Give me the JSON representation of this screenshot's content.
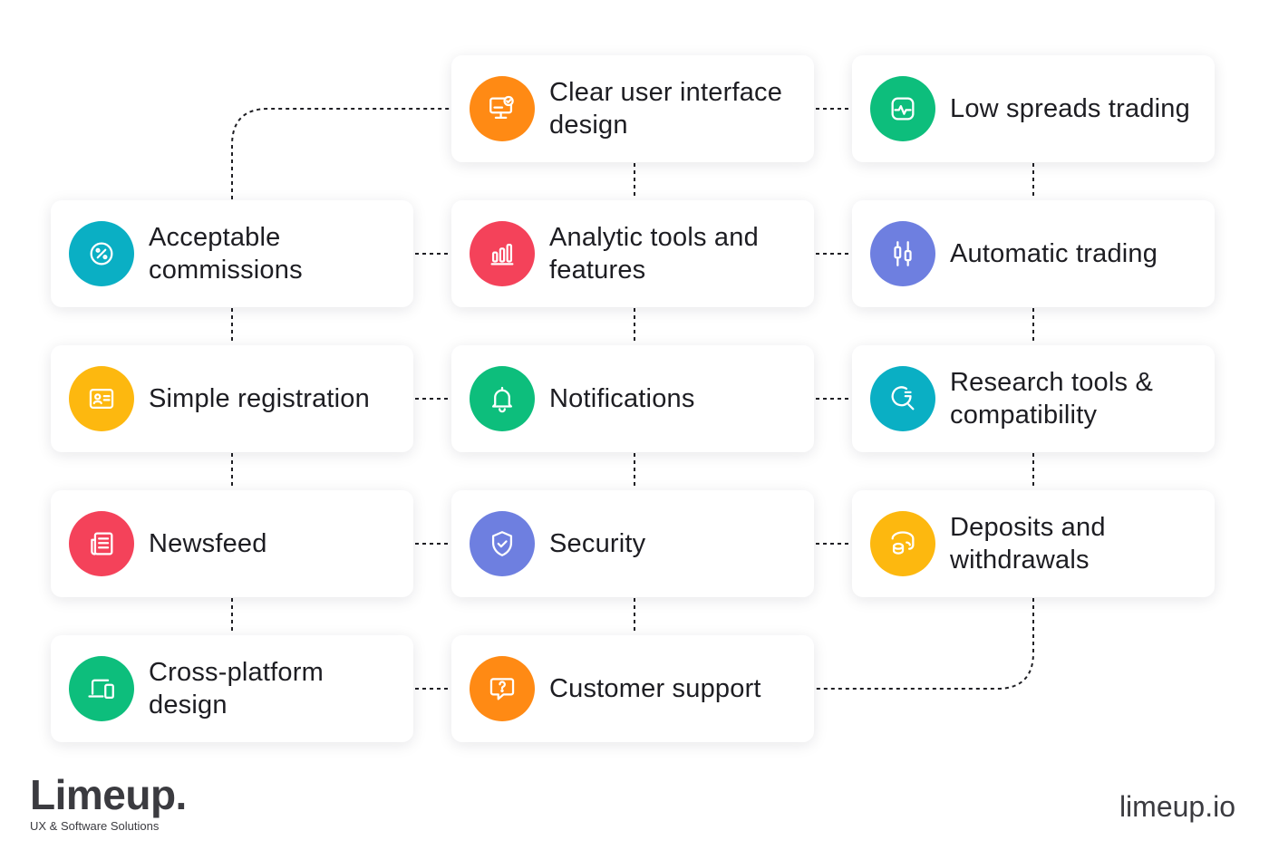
{
  "features": [
    {
      "id": "clear-ui",
      "label": "Clear user interface design",
      "icon": "monitor-check-icon",
      "color": "#FF8A14"
    },
    {
      "id": "low-spreads",
      "label": "Low spreads trading",
      "icon": "pulse-screen-icon",
      "color": "#0DBE7C"
    },
    {
      "id": "commissions",
      "label": "Acceptable commissions",
      "icon": "percent-icon",
      "color": "#0AAFC4"
    },
    {
      "id": "analytic-tools",
      "label": "Analytic tools and features",
      "icon": "bar-chart-icon",
      "color": "#F4425A"
    },
    {
      "id": "automatic-trading",
      "label": "Automatic trading",
      "icon": "candlestick-icon",
      "color": "#6E7FE0"
    },
    {
      "id": "simple-registration",
      "label": "Simple registration",
      "icon": "id-card-icon",
      "color": "#FDB80F"
    },
    {
      "id": "notifications",
      "label": "Notifications",
      "icon": "bell-icon",
      "color": "#0DBE7C"
    },
    {
      "id": "research-tools",
      "label": "Research tools & compatibility",
      "icon": "research-search-icon",
      "color": "#0AAFC4"
    },
    {
      "id": "newsfeed",
      "label": "Newsfeed",
      "icon": "newspaper-icon",
      "color": "#F4425A"
    },
    {
      "id": "security",
      "label": "Security",
      "icon": "shield-check-icon",
      "color": "#6E7FE0"
    },
    {
      "id": "deposits",
      "label": "Deposits and withdrawals",
      "icon": "coins-icon",
      "color": "#FDB80F"
    },
    {
      "id": "cross-platform",
      "label": "Cross-platform design",
      "icon": "devices-icon",
      "color": "#0DBE7C"
    },
    {
      "id": "customer-support",
      "label": "Customer support",
      "icon": "question-bubble-icon",
      "color": "#FF8A14"
    }
  ],
  "brand": {
    "name": "Limeup.",
    "tagline": "UX & Software Solutions",
    "site": "limeup.io"
  }
}
